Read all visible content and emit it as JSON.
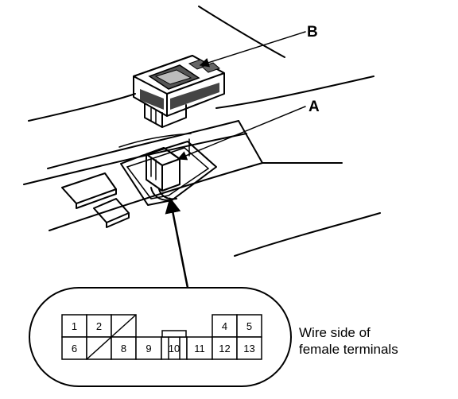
{
  "callouts": {
    "a": "A",
    "b": "B"
  },
  "connector": {
    "top_row": [
      "1",
      "2",
      "4",
      "5"
    ],
    "bottom_row": [
      "6",
      "8",
      "9",
      "10",
      "11",
      "12",
      "13"
    ]
  },
  "caption": {
    "line1": "Wire side of",
    "line2": "female terminals"
  }
}
